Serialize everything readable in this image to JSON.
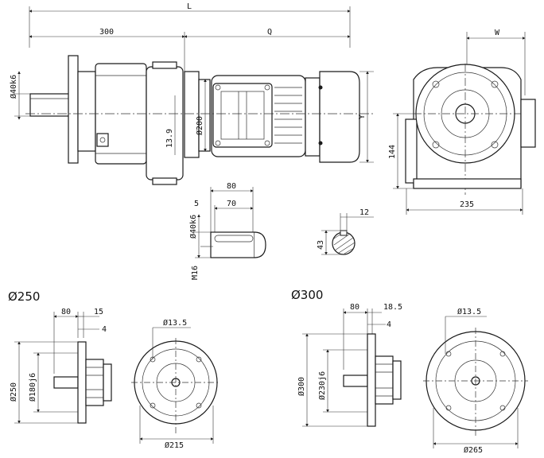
{
  "main_view": {
    "dim_L": "L",
    "dim_300": "300",
    "dim_Q": "Q",
    "dim_shaft_dia": "Ø40k6",
    "dim_13_9": "13.9",
    "dim_flange_dia": "Ø200",
    "dim_Y": "Y"
  },
  "side_view": {
    "dim_W": "W",
    "dim_144": "144",
    "dim_235": "235"
  },
  "shaft_detail": {
    "dim_80": "80",
    "dim_5": "5",
    "dim_70": "70",
    "dim_dia": "Ø40k6",
    "dim_thread": "M16"
  },
  "key_section": {
    "dim_12": "12",
    "dim_43": "43"
  },
  "flange_250": {
    "heading": "Ø250",
    "dim_80": "80",
    "dim_15": "15",
    "dim_4": "4",
    "dim_outer": "Ø250",
    "dim_spigot": "Ø180j6",
    "dim_hole": "Ø13.5",
    "dim_pcd": "Ø215"
  },
  "flange_300": {
    "heading": "Ø300",
    "dim_80": "80",
    "dim_18_5": "18.5",
    "dim_4": "4",
    "dim_outer": "Ø300",
    "dim_spigot": "Ø230j6",
    "dim_hole": "Ø13.5",
    "dim_pcd": "Ø265"
  }
}
